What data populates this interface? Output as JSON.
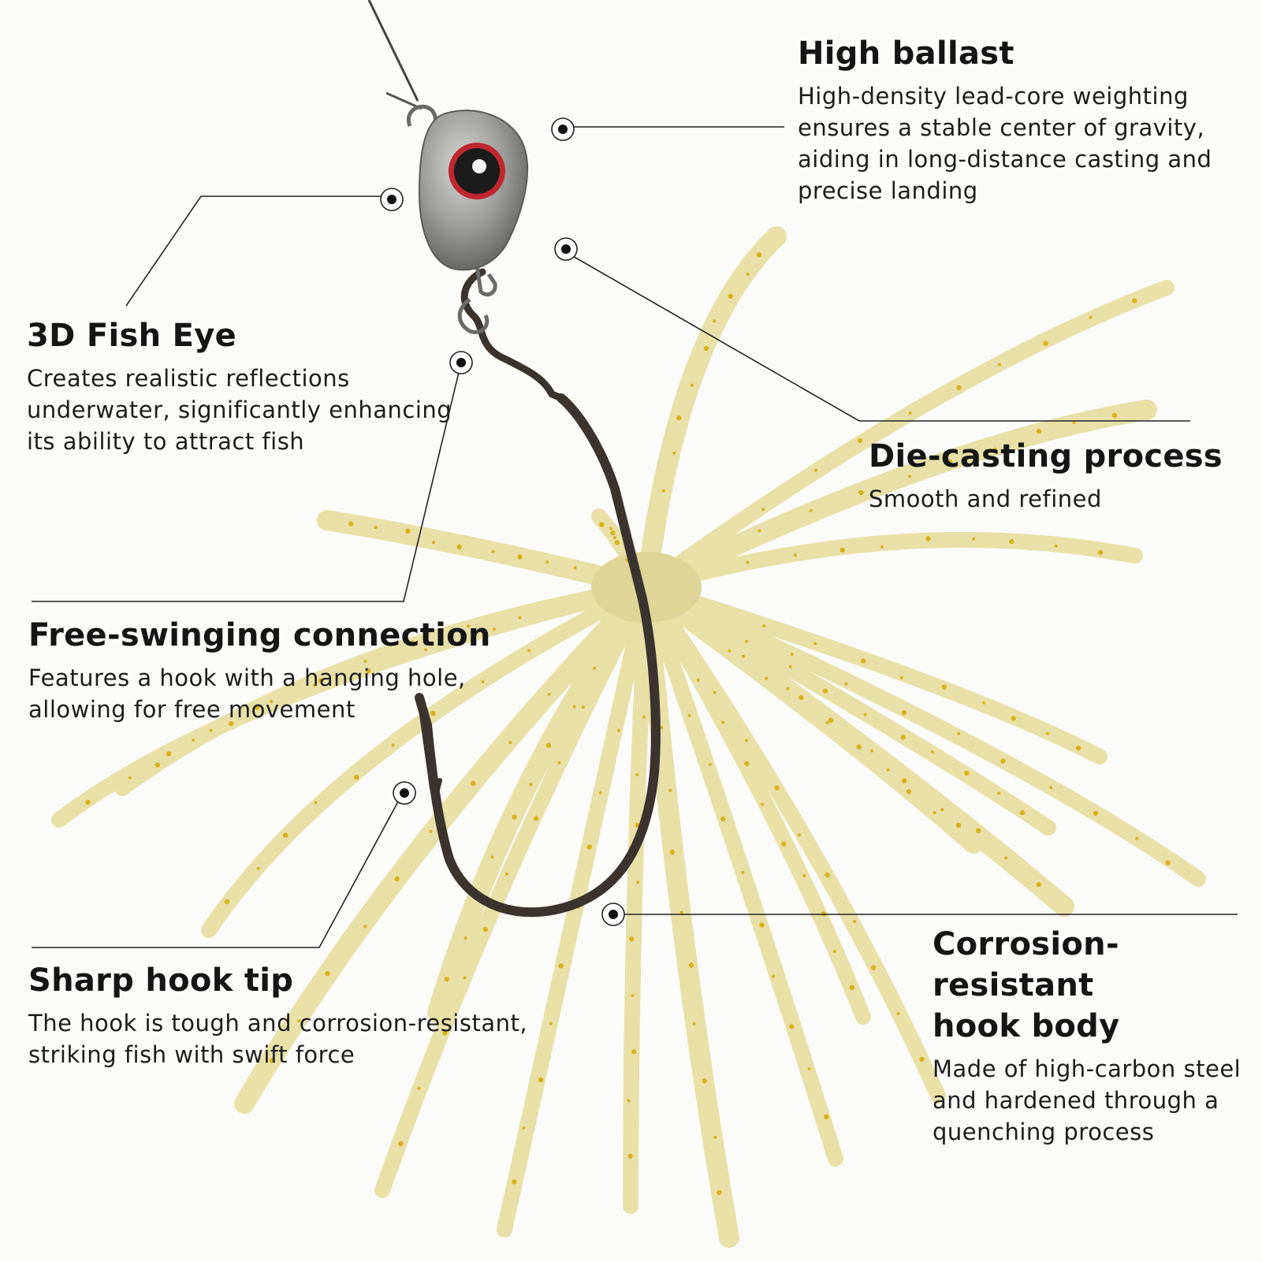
{
  "callouts": {
    "high_ballast": {
      "title": "High ballast",
      "lines": [
        "High-density lead-core weighting",
        "ensures a stable center of gravity,",
        "aiding in long-distance casting and",
        "precise landing"
      ]
    },
    "fish_eye": {
      "title": "3D Fish Eye",
      "lines": [
        "Creates realistic reflections",
        "underwater, significantly enhancing",
        "its ability to attract fish"
      ]
    },
    "die_casting": {
      "title": "Die-casting process",
      "lines": [
        "Smooth and refined"
      ]
    },
    "free_swinging": {
      "title": "Free-swinging connection",
      "lines": [
        "Features a hook with a hanging hole,",
        "allowing for free movement"
      ]
    },
    "hook_tip": {
      "title": "Sharp hook tip",
      "lines": [
        "The hook is tough and corrosion-resistant,",
        "striking fish with swift force"
      ]
    },
    "hook_body": {
      "title_lines": [
        "Corrosion-resistant",
        "hook body"
      ],
      "lines": [
        "Made of high-carbon steel",
        "and hardened through a",
        "quenching process"
      ]
    }
  },
  "colors": {
    "skirt": "#e6dc9a",
    "fleck": "#d8b21c",
    "lead": "#9a9a98",
    "eye_ring": "#c0262e",
    "hook": "#3a332e",
    "leader": "#222222"
  }
}
